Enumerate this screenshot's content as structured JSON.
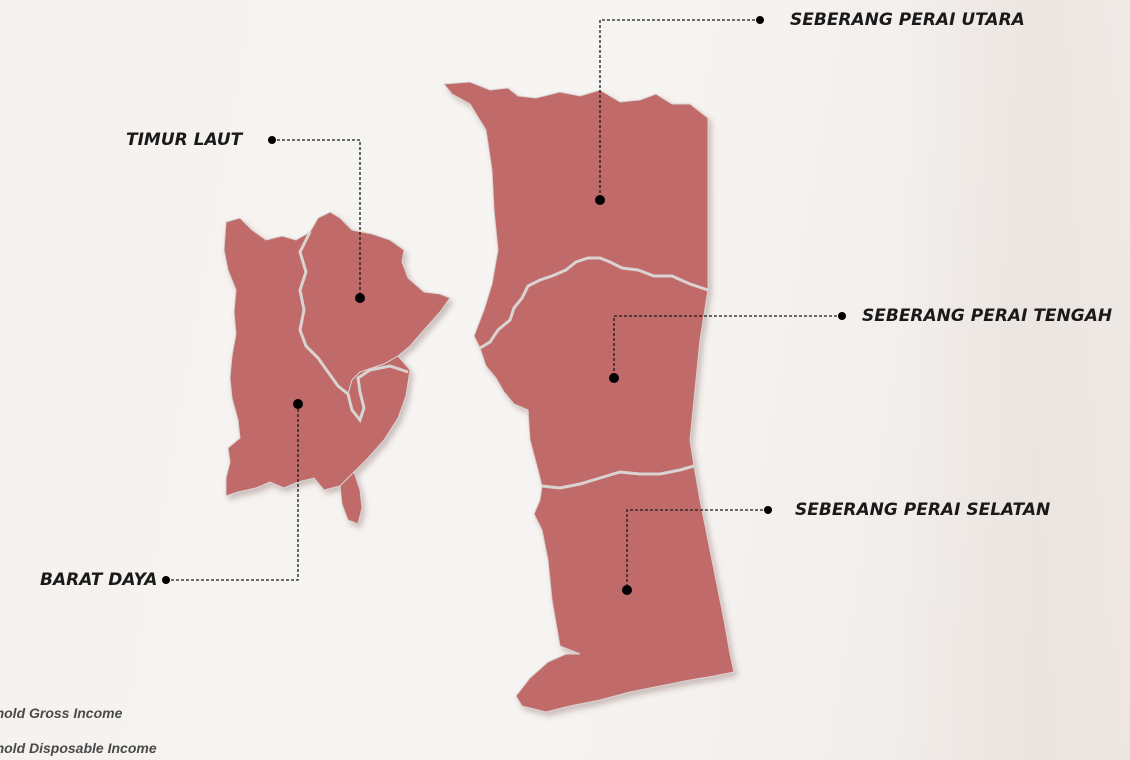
{
  "districts": [
    {
      "id": "timur-laut",
      "label": "TIMUR LAUT"
    },
    {
      "id": "barat-daya",
      "label": "BARAT DAYA"
    },
    {
      "id": "seberang-perai-utara",
      "label": "SEBERANG PERAI UTARA"
    },
    {
      "id": "seberang-perai-tengah",
      "label": "SEBERANG PERAI TENGAH"
    },
    {
      "id": "seberang-perai-selatan",
      "label": "SEBERANG PERAI SELATAN"
    }
  ],
  "legend": [
    {
      "text": "sehold Gross Income"
    },
    {
      "text": "sehold Disposable Income"
    }
  ],
  "colors": {
    "region_fill": "#c06b69",
    "region_border": "#d9d4d2",
    "leader_line": "#1a1a1a"
  }
}
